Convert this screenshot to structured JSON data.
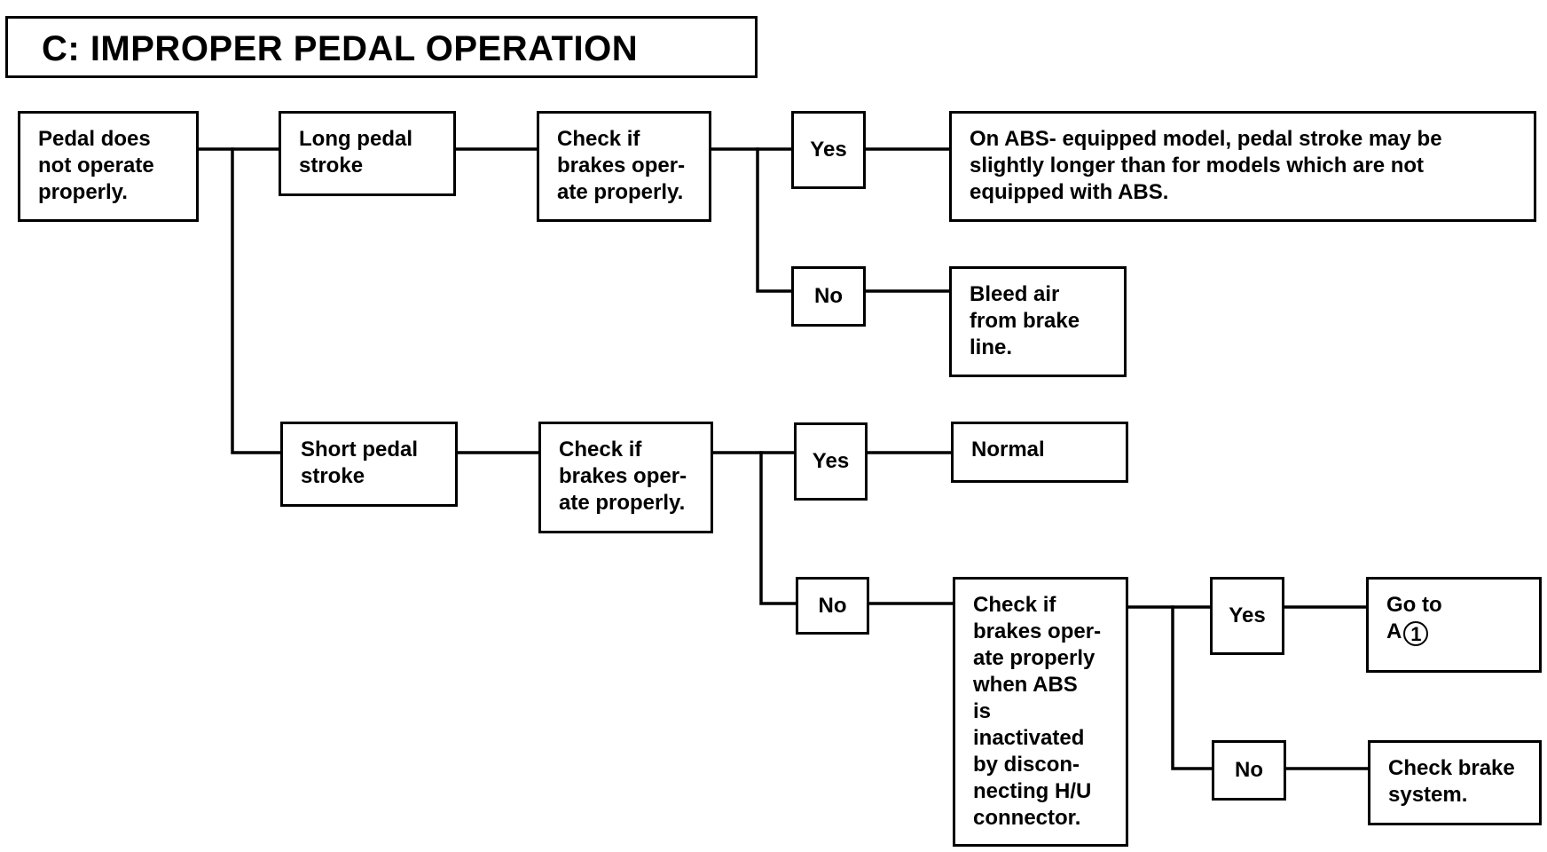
{
  "title": "C:  IMPROPER PEDAL OPERATION",
  "nodes": {
    "pedal_not_operate": "Pedal does\nnot operate\nproperly.",
    "long_stroke": "Long pedal\nstroke",
    "check_long": "Check if\nbrakes oper-\nate properly.",
    "long_yes": "Yes",
    "long_yes_result": "On ABS- equipped model, pedal stroke may be\nslightly longer than for models which are not\nequipped with ABS.",
    "long_no": "No",
    "long_no_result": "Bleed air\nfrom brake\nline.",
    "short_stroke": "Short pedal\nstroke",
    "check_short": "Check if\nbrakes oper-\nate properly.",
    "short_yes": "Yes",
    "short_yes_result": "Normal",
    "short_no": "No",
    "check_abs": "Check if\nbrakes oper-\nate properly\nwhen ABS\nis\ninactivated\nby discon-\nnecting H/U\nconnector.",
    "abs_yes": "Yes",
    "abs_yes_result_text": "Go to\nA",
    "abs_yes_result_ref": "1",
    "abs_no": "No",
    "abs_no_result": "Check brake\nsystem."
  }
}
